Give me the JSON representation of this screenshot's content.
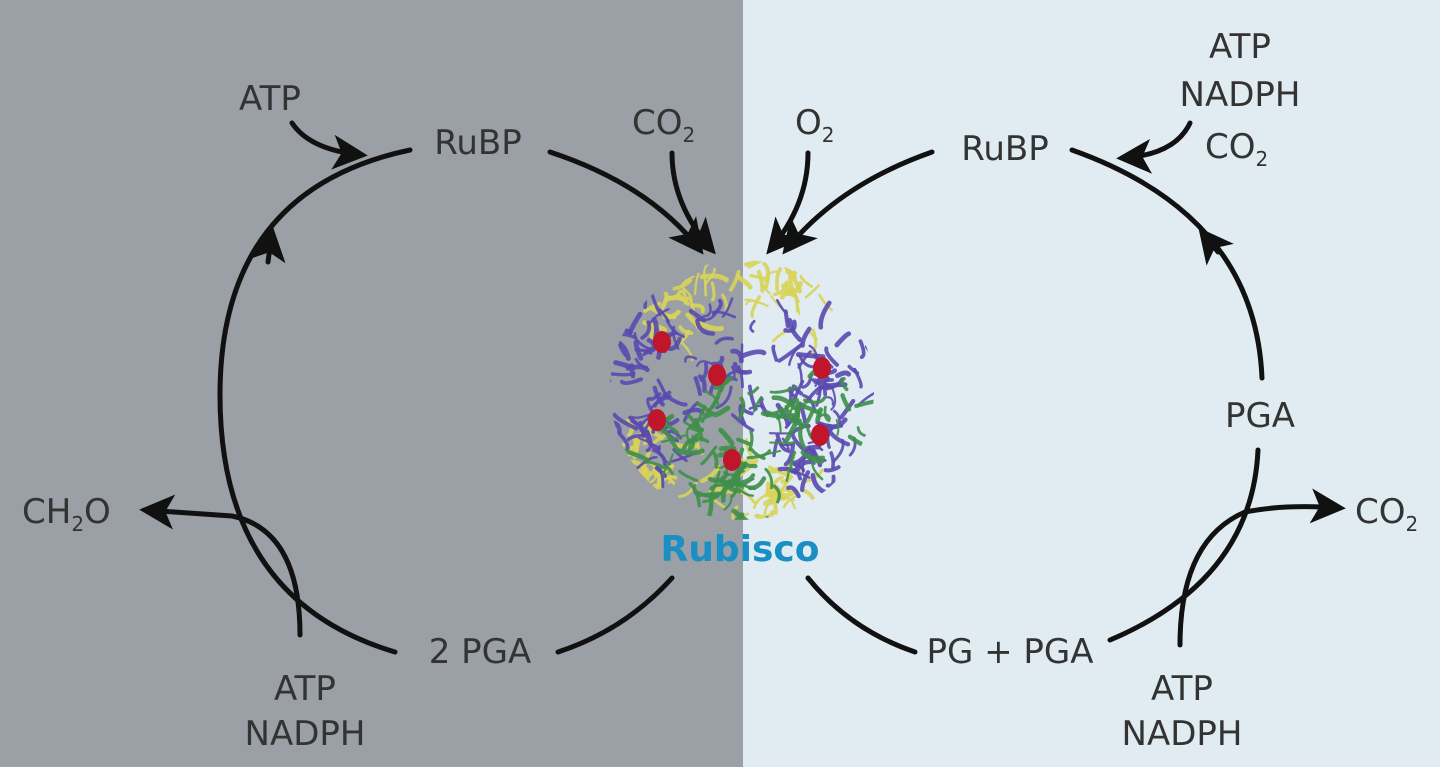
{
  "colors": {
    "left_background": "#9aa0a5",
    "right_background": "#e1ecf2",
    "text": "#333333",
    "arrow": "#111111",
    "rubisco_label": "#1a8fc4",
    "protein_purple": "#5a4ab0",
    "protein_green": "#3f8f4a",
    "protein_yellow": "#d8d45a",
    "protein_red": "#c0152a"
  },
  "calvin_cycle": {
    "atp_in": "ATP",
    "rubp": "RuBP",
    "co2_in": "CO",
    "co2_in_sub": "2",
    "pga": "2 PGA",
    "ch2o_prefix": "CH",
    "ch2o_sub": "2",
    "ch2o_suffix": "O",
    "atp_bottom": "ATP",
    "nadph_bottom": "NADPH"
  },
  "photorespiration": {
    "o2_in": "O",
    "o2_in_sub": "2",
    "rubp": "RuBP",
    "atp_top": "ATP",
    "nadph_top": "NADPH",
    "co2_top": "CO",
    "co2_top_sub": "2",
    "pga": "PGA",
    "co2_out": "CO",
    "co2_out_sub": "2",
    "pg_pga": "PG + PGA",
    "atp_bottom": "ATP",
    "nadph_bottom": "NADPH"
  },
  "enzyme": {
    "label": "Rubisco"
  }
}
